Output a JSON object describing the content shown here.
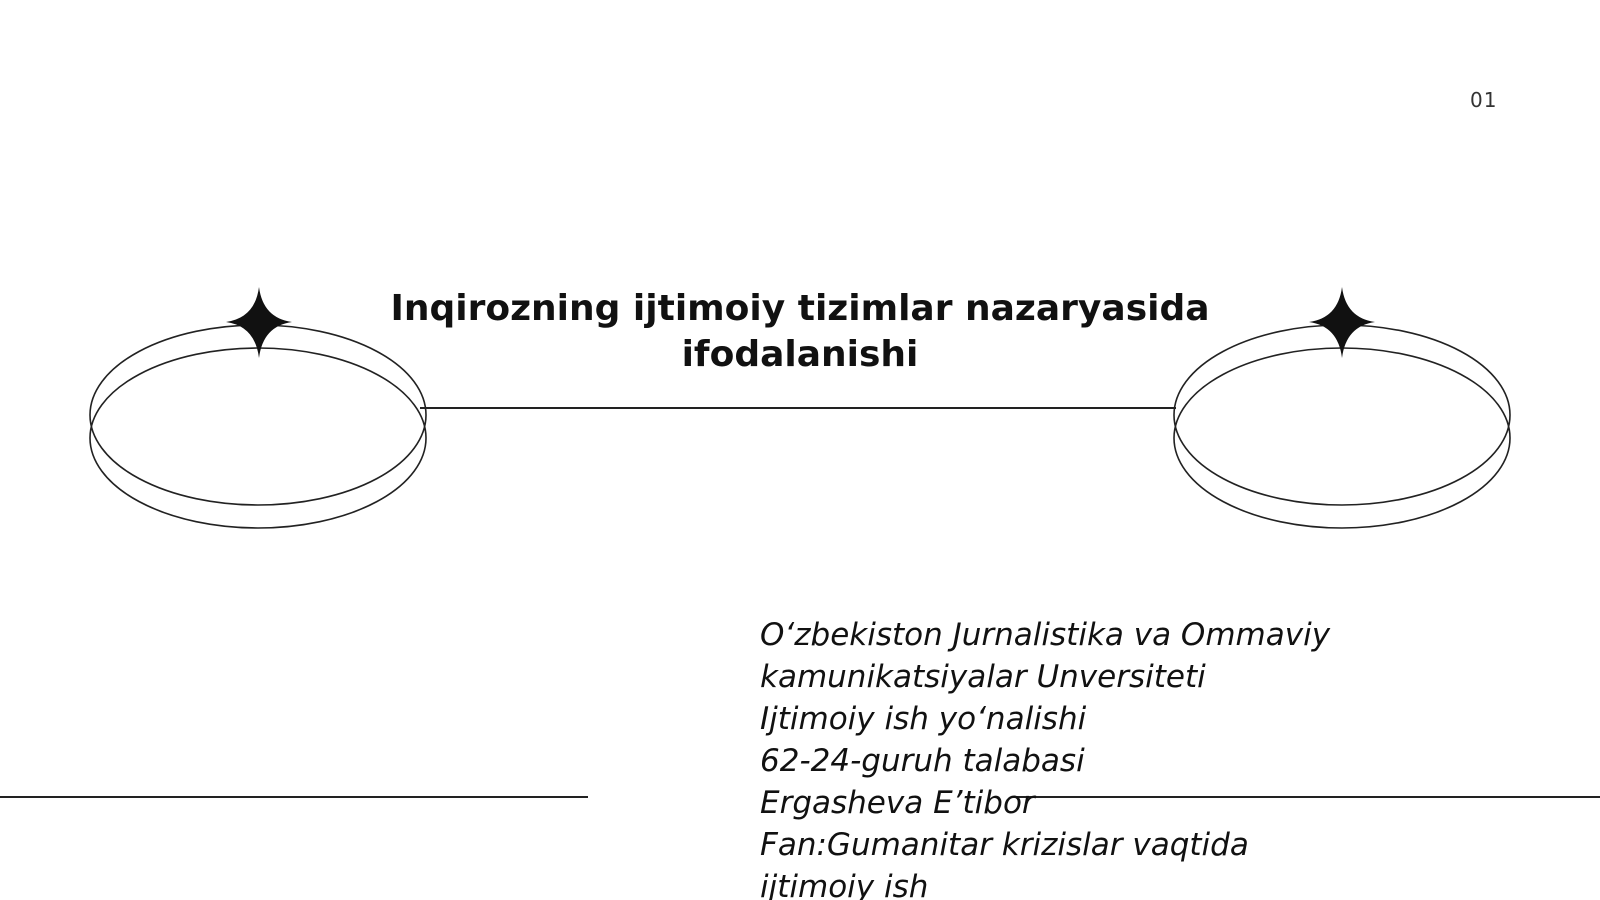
{
  "slide": {
    "page_number": "01",
    "title": "Inqirozning ijtimoiy tizimlar nazaryasida ifodalanishi",
    "info_lines": [
      "O‘zbekiston Jurnalistika va Ommaviy",
      "kamunikatsiyalar Unversiteti",
      "Ijtimoiy ish yo‘nalishi",
      "62-24-guruh talabasi",
      "Ergasheva E’tibor",
      "Fan:Gumanitar krizislar vaqtida",
      "ijtimoiy ish"
    ]
  },
  "decorations": {
    "left_ring_icon": "ring-ellipse",
    "right_ring_icon": "ring-ellipse",
    "sparkle_icon": "four-point-star",
    "line_color": "#222222"
  }
}
